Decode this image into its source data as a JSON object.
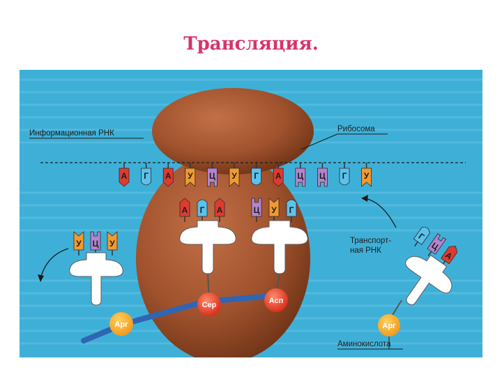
{
  "title": "Трансляция.",
  "labels": {
    "mrna": "Информационная РНК",
    "ribosome": "Рибосома",
    "trna_line1": "Транспорт-",
    "trna_line2": "ная РНК",
    "amino_acid": "Аминокислота"
  },
  "mrna_codons": [
    "А",
    "Г",
    "А",
    "У",
    "Ц",
    "У",
    "Г",
    "А",
    "Ц",
    "Ц",
    "Г",
    "У"
  ],
  "anticodons_center": [
    "А",
    "Г",
    "А",
    "Ц",
    "У",
    "Г"
  ],
  "anticodons_left": [
    "У",
    "Ц",
    "У"
  ],
  "anticodons_right": [
    "Г",
    "Ц",
    "А"
  ],
  "amino_acids": {
    "ser": "Сер",
    "asp": "Асп",
    "arg_chain": "Арг",
    "arg_trna": "Арг"
  },
  "colors": {
    "background": "#3eb0d8",
    "ribosome": "#a0522d",
    "A": "#e03a2f",
    "G": "#5bc2ec",
    "U": "#f29a2e",
    "C": "#b584cf",
    "title": "#d6336c",
    "chain": "#2f66b3"
  }
}
